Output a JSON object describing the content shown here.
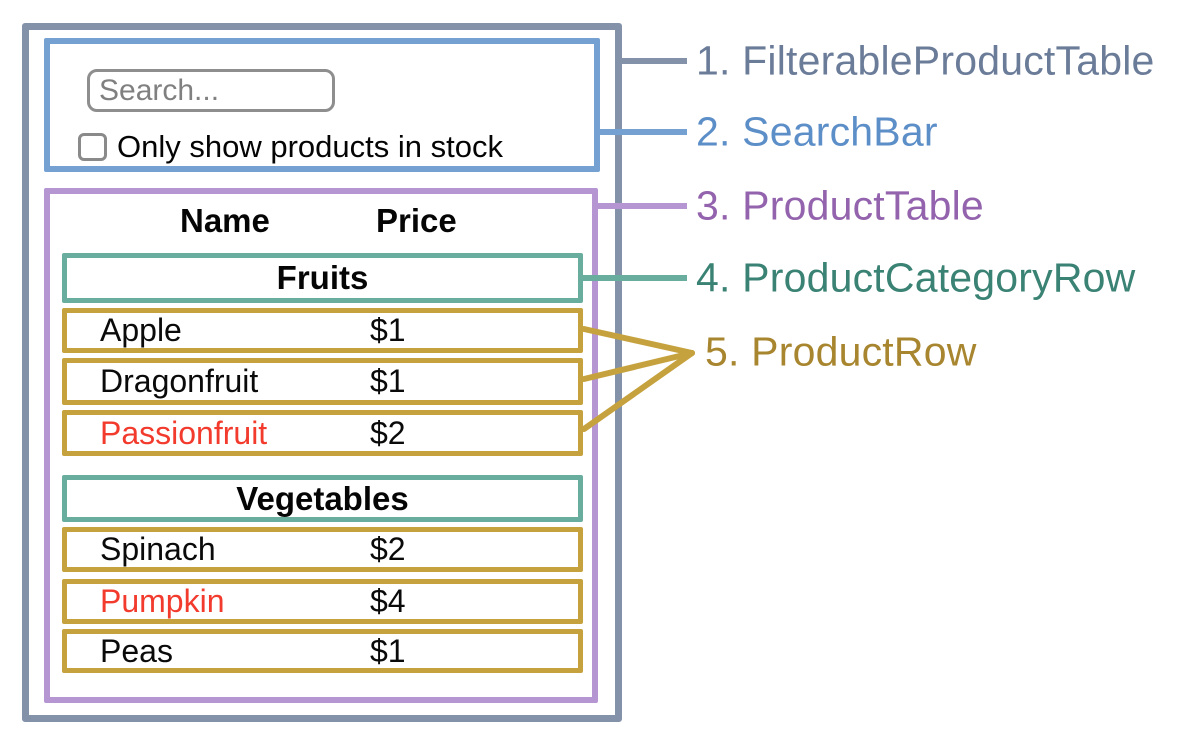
{
  "search_bar": {
    "placeholder": "Search...",
    "checkbox_label": "Only show products in stock",
    "checkbox_checked": false
  },
  "product_table": {
    "headers": {
      "name": "Name",
      "price": "Price"
    },
    "sections": [
      {
        "category": "Fruits",
        "rows": [
          {
            "name": "Apple",
            "price": "$1",
            "out_of_stock": false
          },
          {
            "name": "Dragonfruit",
            "price": "$1",
            "out_of_stock": false
          },
          {
            "name": "Passionfruit",
            "price": "$2",
            "out_of_stock": true
          }
        ]
      },
      {
        "category": "Vegetables",
        "rows": [
          {
            "name": "Spinach",
            "price": "$2",
            "out_of_stock": false
          },
          {
            "name": "Pumpkin",
            "price": "$4",
            "out_of_stock": true
          },
          {
            "name": "Peas",
            "price": "$1",
            "out_of_stock": false
          }
        ]
      }
    ]
  },
  "legend": {
    "items": [
      {
        "text": "1. FilterableProductTable",
        "color": "#6b7c99"
      },
      {
        "text": "2. SearchBar",
        "color": "#5c8ec8"
      },
      {
        "text": "3. ProductTable",
        "color": "#9363ad"
      },
      {
        "text": "4. ProductCategoryRow",
        "color": "#3a8273"
      },
      {
        "text": "5. ProductRow",
        "color": "#a8852f"
      }
    ]
  },
  "colors": {
    "filterable_product_table_border": "#8492a9",
    "search_bar_border": "#75a1d2",
    "product_table_border": "#b695d3",
    "product_category_row_border": "#69ad9f",
    "product_row_border": "#c6a23f",
    "out_of_stock_text": "#f23a2d",
    "input_border": "#8e8e8e",
    "placeholder_text": "#808080"
  }
}
